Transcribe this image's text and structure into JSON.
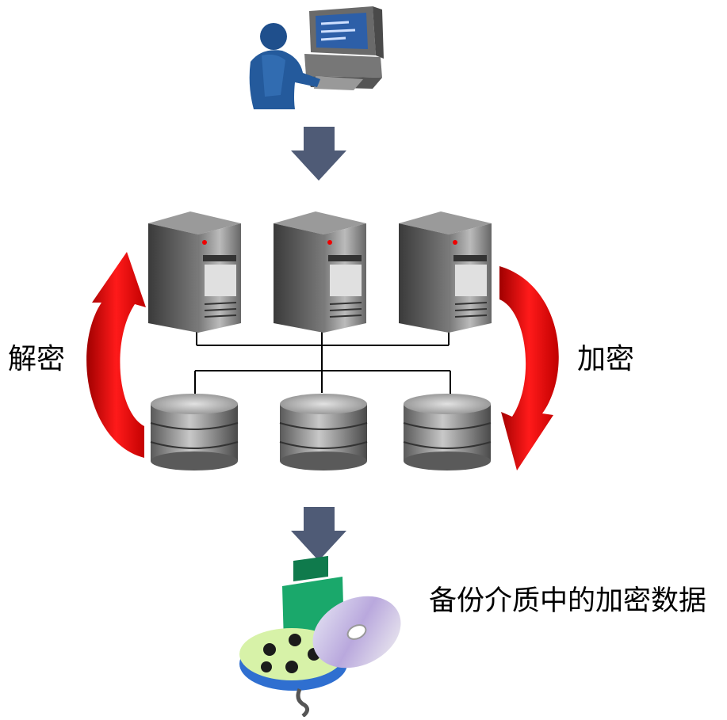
{
  "labels": {
    "decrypt": "解密",
    "encrypt": "加密",
    "backup": "备份介质中的加密数据"
  },
  "colors": {
    "arrow_blue": "#4f5b76",
    "cycle_red": "#e60000",
    "server_gray": "#5c5c5c",
    "disk_gray": "#8a8a8a",
    "connector": "#000000"
  },
  "icons": {
    "user": "user-at-workstation-icon",
    "server": "server-tower-icon",
    "disk": "database-cylinder-icon",
    "backup": "backup-media-icon"
  }
}
